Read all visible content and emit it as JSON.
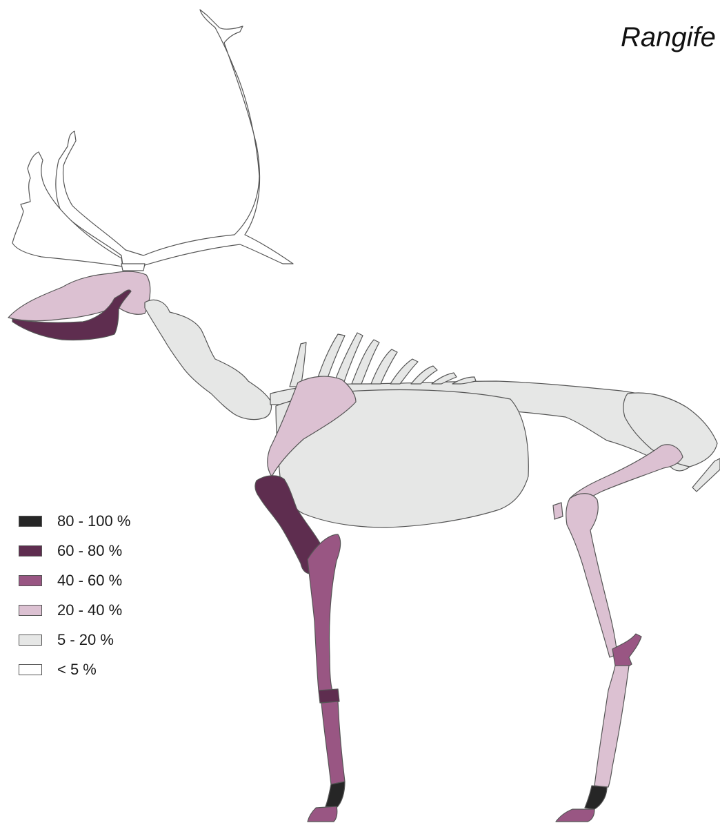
{
  "title": "Rangife",
  "colors": {
    "c80_100": "#262626",
    "c60_80": "#5e2d4f",
    "c40_60": "#995683",
    "c20_40": "#dcc1d2",
    "c5_20": "#e6e7e6",
    "c0_5": "#ffffff"
  },
  "legend": [
    {
      "label": "80 - 100 %",
      "color": "#262626"
    },
    {
      "label": "60 - 80 %",
      "color": "#5e2d4f"
    },
    {
      "label": "40 - 60 %",
      "color": "#995683"
    },
    {
      "label": "20 - 40 %",
      "color": "#dcc1d2"
    },
    {
      "label": "5 - 20 %",
      "color": "#e6e7e6"
    },
    {
      "label": "< 5 %",
      "color": "#ffffff"
    }
  ]
}
